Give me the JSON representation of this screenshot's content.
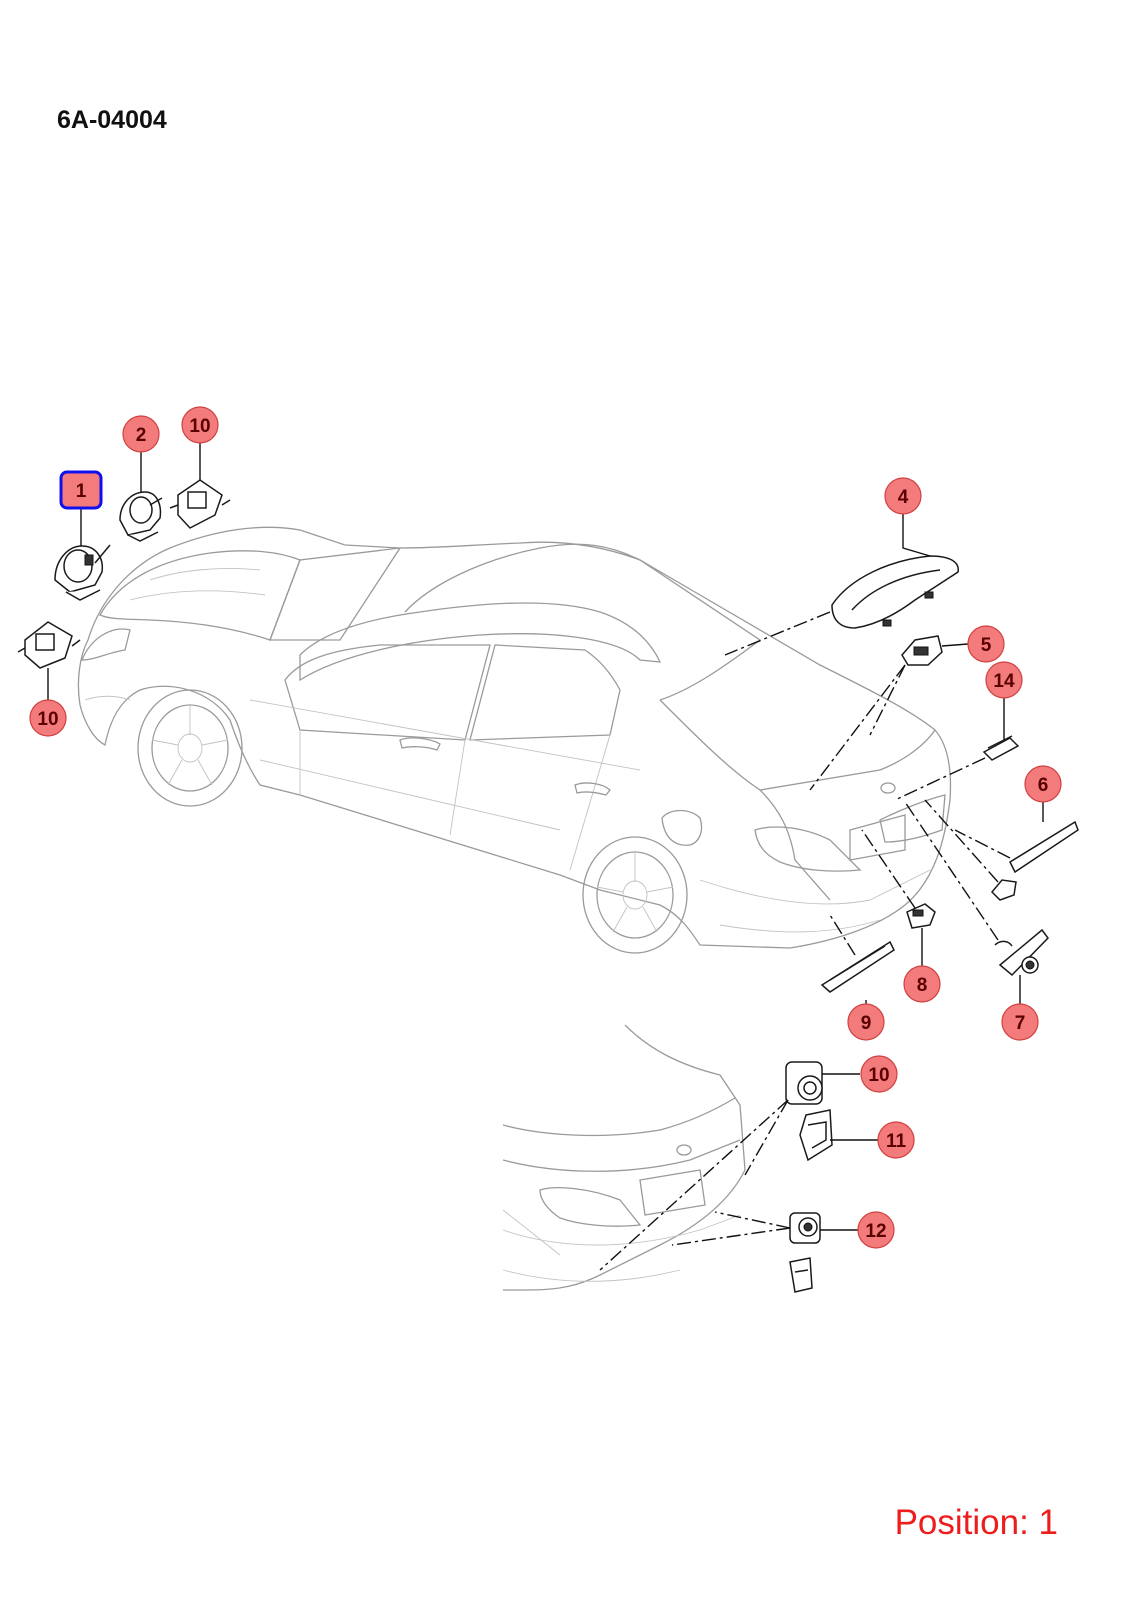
{
  "diagram": {
    "code": "6A-04004",
    "position_label": "Position: 1",
    "selected_callout": "1",
    "colors": {
      "callout_fill": "#f47b7b",
      "callout_stroke": "#d04040",
      "callout_text": "#5a0000",
      "selected_outline": "#1010ee",
      "position_text": "#ee1c1c"
    },
    "callouts": [
      {
        "id": "c1",
        "label": "1",
        "selected": true
      },
      {
        "id": "c2",
        "label": "2"
      },
      {
        "id": "c10a",
        "label": "10"
      },
      {
        "id": "c10b",
        "label": "10"
      },
      {
        "id": "c4",
        "label": "4"
      },
      {
        "id": "c5",
        "label": "5"
      },
      {
        "id": "c14",
        "label": "14"
      },
      {
        "id": "c6",
        "label": "6"
      },
      {
        "id": "c8",
        "label": "8"
      },
      {
        "id": "c9",
        "label": "9"
      },
      {
        "id": "c7",
        "label": "7"
      },
      {
        "id": "c10c",
        "label": "10"
      },
      {
        "id": "c11",
        "label": "11"
      },
      {
        "id": "c12",
        "label": "12"
      }
    ]
  }
}
